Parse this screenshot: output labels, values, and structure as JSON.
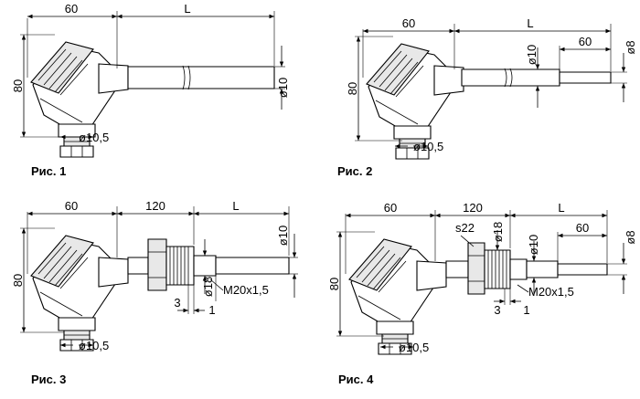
{
  "figures": [
    {
      "caption": "Рис. 1",
      "labels": {
        "head_width": "60",
        "length": "L",
        "height": "80",
        "sheath_dia": "ø10",
        "gland_dia": "ø10,5"
      }
    },
    {
      "caption": "Рис. 2",
      "labels": {
        "head_width": "60",
        "length": "L",
        "height": "80",
        "sheath_dia": "ø10",
        "tip_len": "60",
        "tip_dia": "ø8",
        "gland_dia": "ø10,5"
      }
    },
    {
      "caption": "Рис. 3",
      "labels": {
        "head_width": "60",
        "neck_len": "120",
        "length": "L",
        "height": "80",
        "sheath_dia": "ø10",
        "fitting_dia": "ø18",
        "thread": "M20x1,5",
        "dim3": "3",
        "dim1": "1",
        "gland_dia": "ø10,5"
      }
    },
    {
      "caption": "Рис. 4",
      "labels": {
        "head_width": "60",
        "neck_len": "120",
        "length": "L",
        "height": "80",
        "wrench": "s22",
        "fitting_dia": "ø18",
        "sheath_dia": "ø10",
        "tip_len": "60",
        "tip_dia": "ø8",
        "thread": "M20x1,5",
        "dim3": "3",
        "dim1": "1",
        "gland_dia": "ø10,5"
      }
    }
  ]
}
